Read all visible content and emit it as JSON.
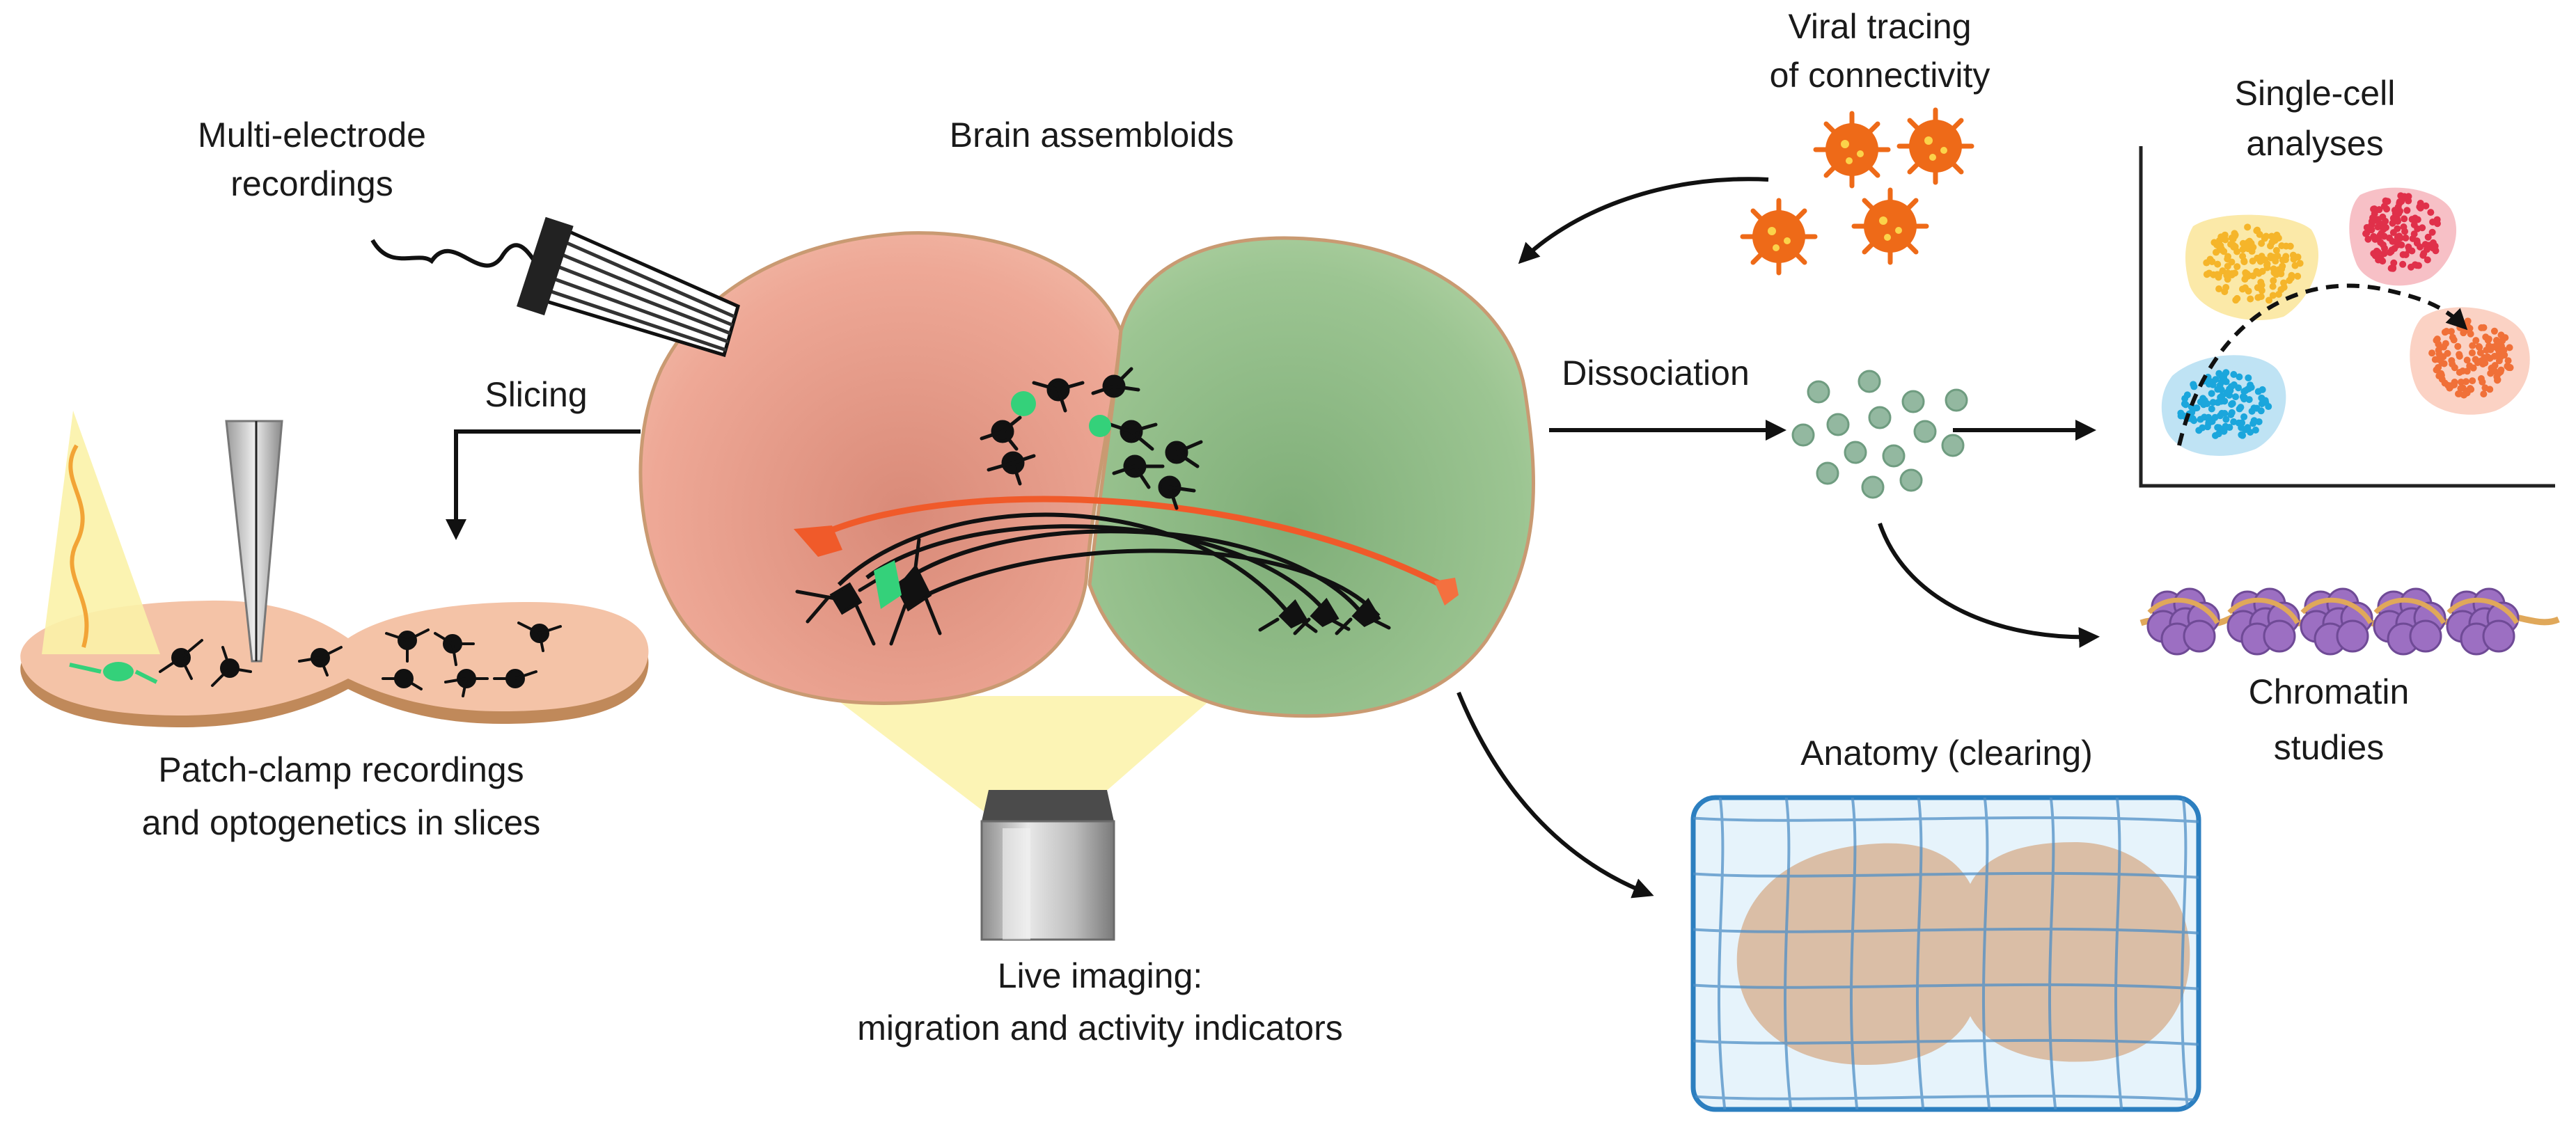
{
  "labels": {
    "multi_electrode": [
      "Multi-electrode",
      "recordings"
    ],
    "brain_assembloids": "Brain assembloids",
    "viral_tracing": [
      "Viral tracing",
      "of connectivity"
    ],
    "single_cell": [
      "Single-cell",
      "analyses"
    ],
    "slicing": "Slicing",
    "dissociation": "Dissociation",
    "patch_clamp": [
      "Patch-clamp recordings",
      "and optogenetics in slices"
    ],
    "chromatin": [
      "Chromatin",
      "studies"
    ],
    "anatomy": "Anatomy (clearing)",
    "live_imaging": [
      "Live imaging:",
      "migration and activity indicators"
    ]
  },
  "colors": {
    "left_lobe": "#e59a86",
    "right_lobe": "#8fbb86",
    "lobe_outline": "#c99a72",
    "neuron_black": "#141414",
    "neuron_green": "#34d17a",
    "projection_red": "#f05a2a",
    "virus_orange": "#ee6a18",
    "sphere_green": "#93b8a0",
    "cluster_yellow": "#f5c23a",
    "cluster_red": "#e8354f",
    "cluster_blue": "#1ba6dc",
    "cluster_orange": "#f27a3e",
    "chromatin_purple": "#9c6fc2",
    "clearing_blue": "#2c7fc0",
    "light_yellow": "#fbf2a8"
  },
  "icons": [
    "electrode-array-icon",
    "virus-icon",
    "patch-pipette-icon",
    "microscope-objective-icon",
    "nucleosome-icon"
  ]
}
